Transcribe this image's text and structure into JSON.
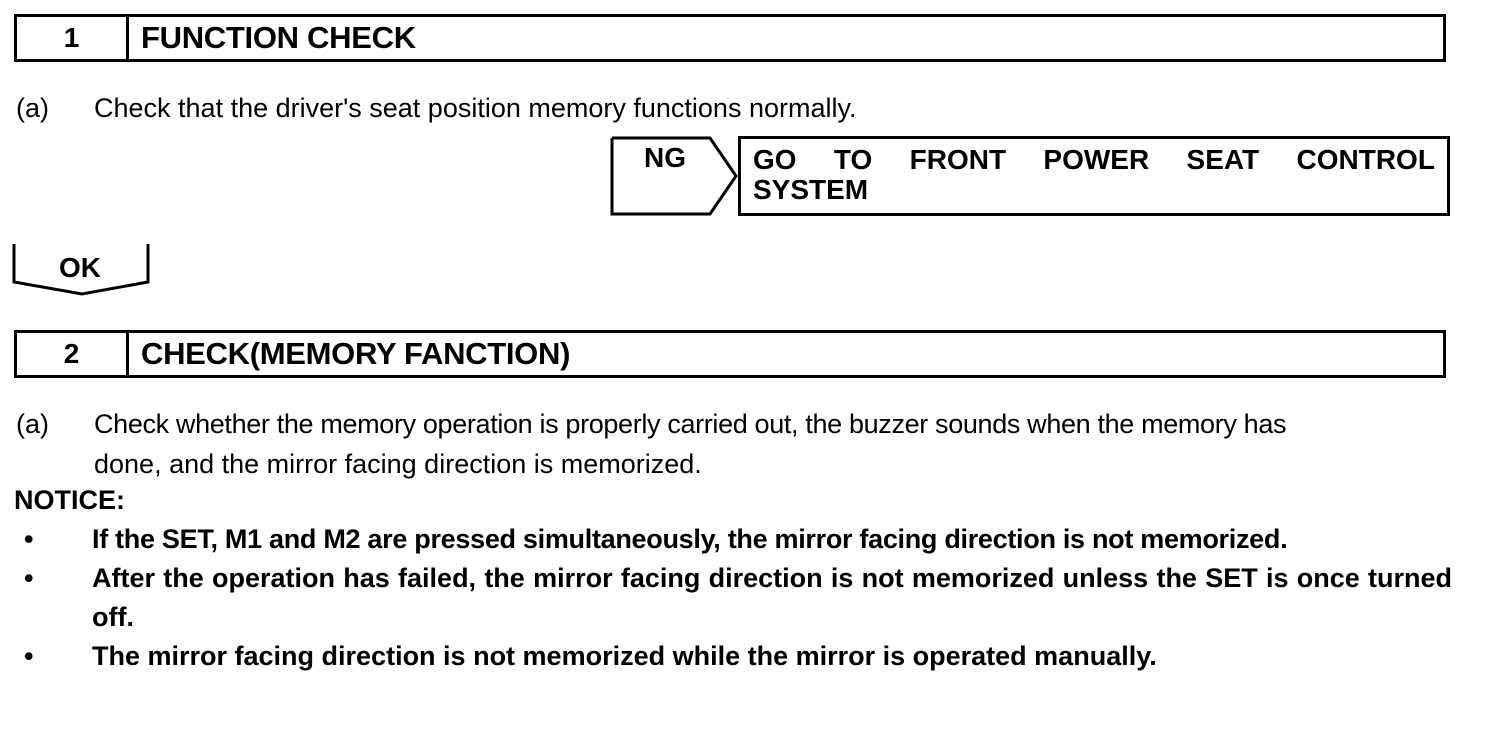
{
  "step1": {
    "number": "1",
    "title": "FUNCTION CHECK",
    "item_label": "(a)",
    "item_text": "Check that the driver's seat position memory functions normally."
  },
  "ng_branch": {
    "label": "NG",
    "target_words_line1": [
      "GO",
      "TO",
      "FRONT",
      "POWER",
      "SEAT",
      "CONTROL"
    ],
    "target_line2": "SYSTEM"
  },
  "ok_branch": {
    "label": "OK"
  },
  "step2": {
    "number": "2",
    "title": "CHECK(MEMORY FANCTION)",
    "item_label": "(a)",
    "item_line1": "Check whether the memory operation is properly carried out, the buzzer sounds when the memory has",
    "item_line2": "done, and the mirror facing direction is memorized."
  },
  "notice": {
    "heading": "NOTICE:",
    "bullet_symbol": "•",
    "bullets": [
      "If the SET, M1 and M2 are pressed simultaneously, the mirror facing direction is not memorized.",
      "After the operation has failed, the mirror facing direction is not memorized unless the SET is once turned off.",
      "The mirror facing direction is not memorized while the mirror is operated manually."
    ]
  }
}
